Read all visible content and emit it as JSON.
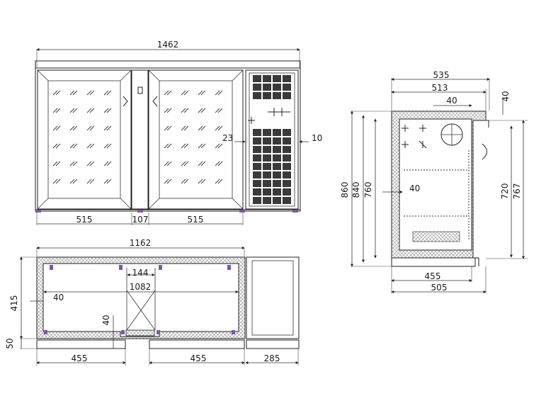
{
  "front_view": {
    "overall_width": "1462",
    "grille_gap": "23",
    "grille_offset": "10",
    "door_left_width": "515",
    "divider_width": "107",
    "door_right_width": "515"
  },
  "plan_view": {
    "interior_width": "1162",
    "center_cutout": "144",
    "inner_span": "1082",
    "depth": "415",
    "wall_thickness": "40",
    "floor_gap": "40",
    "base_height": "50",
    "plinth_left": "455",
    "plinth_right": "455",
    "unit_width": "285"
  },
  "side_view": {
    "top_depth": "535",
    "inner_depth": "513",
    "top_lip": "40",
    "lip_height": "40",
    "height_overall": "860",
    "height_body": "840",
    "height_inner": "760",
    "shelf_offset": "40",
    "door_height": "720",
    "door_total": "767",
    "bottom_inner": "455",
    "bottom_total": "505"
  }
}
